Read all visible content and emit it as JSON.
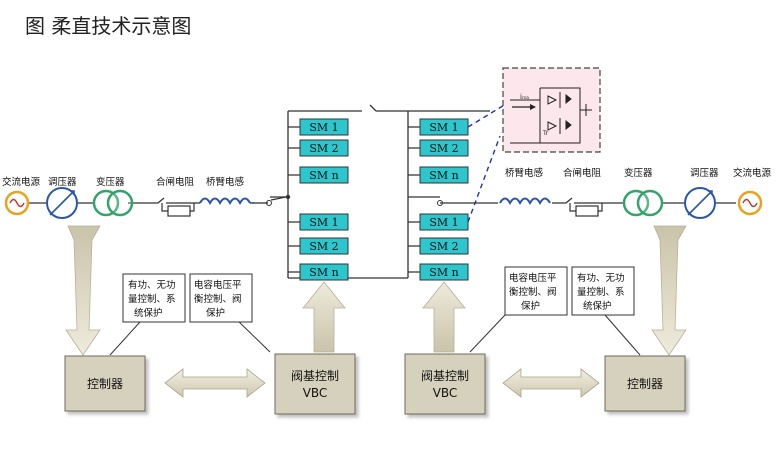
{
  "title": "图 柔直技术示意图",
  "left": {
    "ac_source": "交流电源",
    "regulator": "调压器",
    "transformer": "变压器",
    "closing_resistor": "合闸电阻",
    "arm_reactor": "桥臂电感",
    "control_box": [
      "有功、无功",
      "量控制、系",
      "统保护"
    ],
    "capacitor_box": [
      "电容电压平",
      "衡控制、阀",
      "保护"
    ],
    "controller": "控制器",
    "vbc": [
      "阀基控制",
      "VBC"
    ]
  },
  "right": {
    "ac_source": "交流电源",
    "regulator": "调压器",
    "transformer": "变压器",
    "closing_resistor": "合闸电阻",
    "arm_reactor": "桥臂电感",
    "control_box": [
      "有功、无功",
      "量控制、系",
      "统保护"
    ],
    "capacitor_box": [
      "电容电压平",
      "衡控制、阀",
      "保护"
    ],
    "controller": "控制器",
    "vbc": [
      "阀基控制",
      "VBC"
    ]
  },
  "sm_modules": [
    "SM 1",
    "SM 2",
    "SM n"
  ],
  "inset": {
    "current_label": "iₘₐ",
    "device_label": "Tr"
  },
  "colors": {
    "sm_fill": "#2cc6cc",
    "box_fill": "#d6d1bc",
    "arrow_fill": "#d9d4bd",
    "inset_fill": "#fbe7ec",
    "reactor": "#2a57a8",
    "transformer": "#33a36b",
    "source": "#e8a21b"
  }
}
